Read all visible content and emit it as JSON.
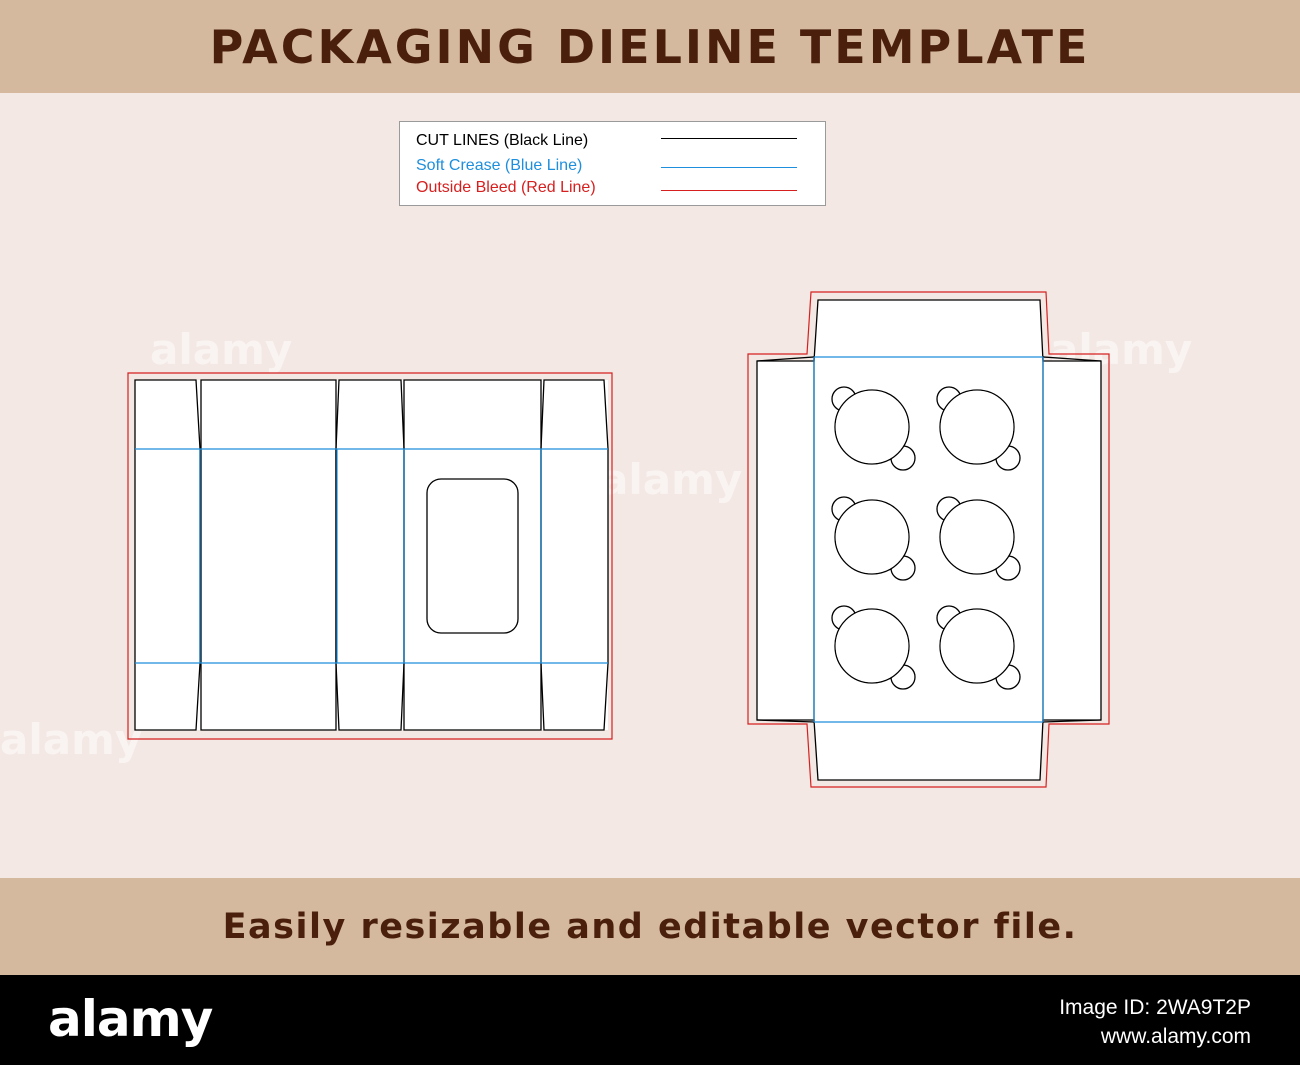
{
  "header": {
    "title": "PACKAGING DIELINE TEMPLATE"
  },
  "legend": {
    "cut_label": "CUT LINES (Black Line)",
    "crease_label": "Soft Crease (Blue Line)",
    "bleed_label": "Outside Bleed (Red Line)"
  },
  "colors": {
    "cut": "#000000",
    "crease": "#1e8fdc",
    "bleed": "#d6201f",
    "banner": "#d4b99e",
    "background": "#f3e8e3",
    "title_text": "#4a1f0c"
  },
  "footer": {
    "text": "Easily resizable and editable vector file."
  },
  "branding": {
    "logo": "alamy",
    "image_id": "Image ID: 2WA9T2P",
    "site": "www.alamy.com"
  },
  "watermark": {
    "text": "alamy"
  }
}
